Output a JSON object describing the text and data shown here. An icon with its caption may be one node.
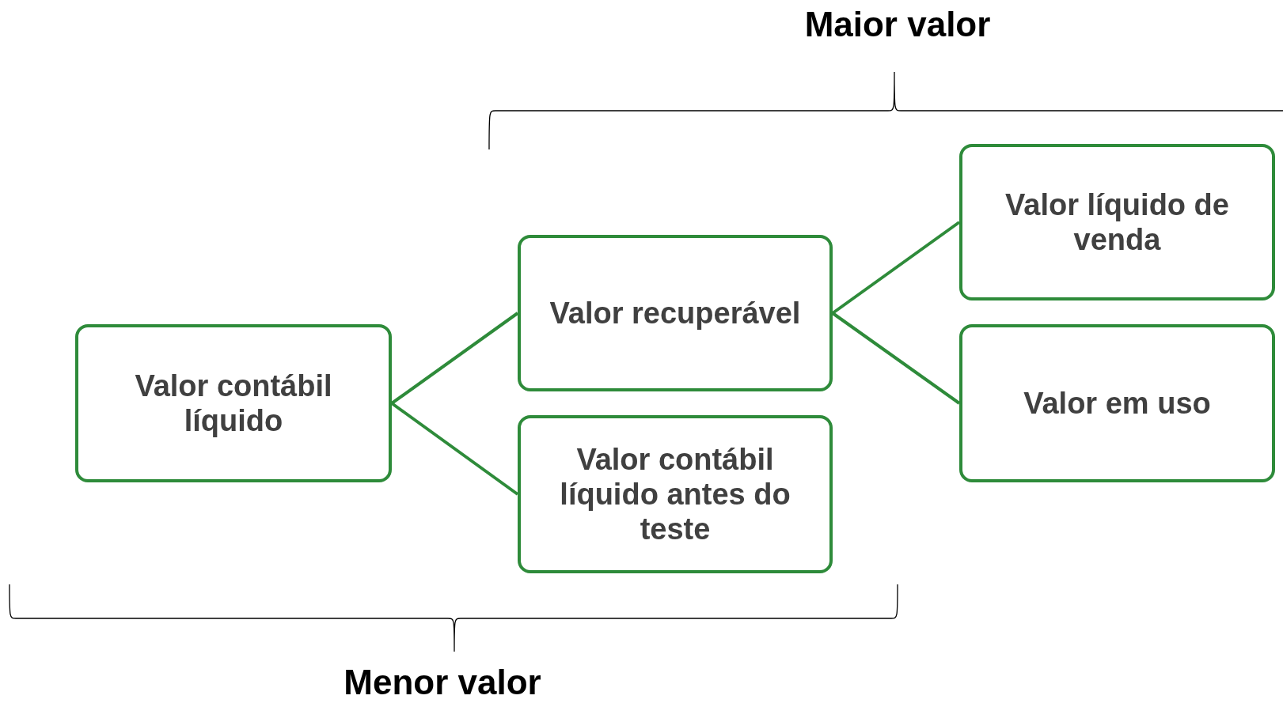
{
  "diagram": {
    "nodes": [
      {
        "text": [
          "Valor contábil líquido"
        ]
      },
      {
        "text": [
          "Valor recuperável"
        ]
      },
      {
        "text": [
          "Valor contábil líquido antes do teste"
        ]
      },
      {
        "text": [
          "Valor líquido de venda"
        ]
      },
      {
        "text": [
          "Valor em uso"
        ]
      }
    ],
    "edges": [
      {
        "from": 0,
        "to": 1,
        "arrow": "none"
      },
      {
        "from": 0,
        "to": 2,
        "arrow": "none"
      },
      {
        "from": 1,
        "to": 3,
        "arrow": "none"
      },
      {
        "from": 1,
        "to": 4,
        "arrow": "none"
      }
    ],
    "labels": [
      "Maior valor",
      "Menor valor"
    ]
  }
}
